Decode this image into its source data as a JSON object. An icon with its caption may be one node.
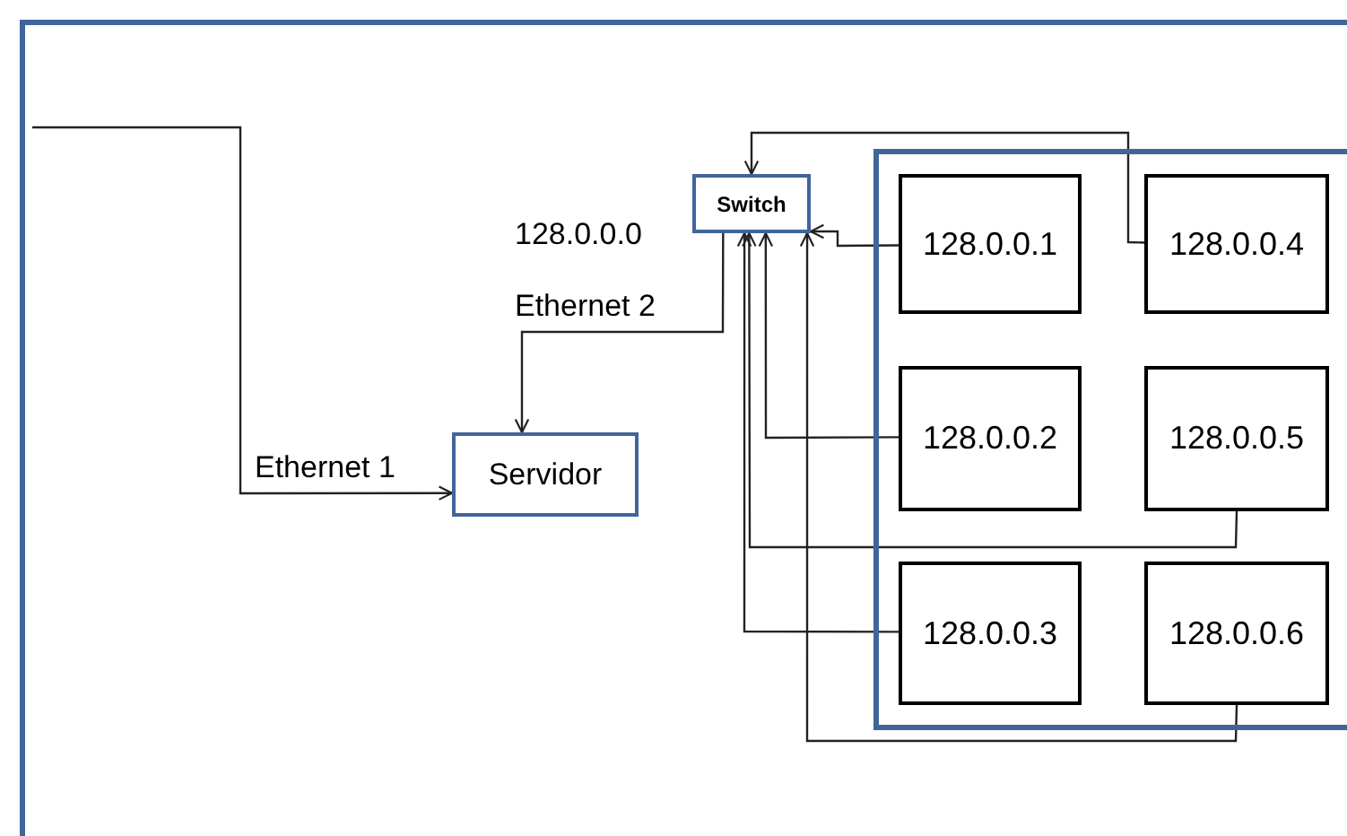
{
  "diagram": {
    "nodes": [
      {
        "text": [
          "Switch"
        ]
      },
      {
        "text": [],
        "shape": "box"
      },
      {
        "text": [
          "128.0.0.1"
        ],
        "in": 1
      },
      {
        "text": [
          "128.0.0.4"
        ],
        "in": 1
      },
      {
        "text": [
          "128.0.0.2"
        ],
        "in": 1
      },
      {
        "text": [
          "128.0.0.5"
        ],
        "in": 1
      },
      {
        "text": [
          "128.0.0.3"
        ],
        "in": 1
      },
      {
        "text": [
          "128.0.0.6"
        ],
        "in": 1
      },
      {
        "text": [
          "Servidor"
        ]
      }
    ],
    "edges": [
      {
        "from": null,
        "to": 8,
        "arrow": "to"
      },
      {
        "from": 0,
        "to": 8,
        "arrow": "to"
      },
      {
        "from": 3,
        "to": 0,
        "arrow": "to"
      },
      {
        "from": 2,
        "to": 0,
        "arrow": "to"
      },
      {
        "from": 4,
        "to": 0,
        "arrow": "to"
      },
      {
        "from": 5,
        "to": 0,
        "arrow": "to"
      },
      {
        "from": 6,
        "to": 0,
        "arrow": "to"
      },
      {
        "from": 7,
        "to": 0,
        "arrow": "to"
      }
    ],
    "labels": [
      "128.0.0.0",
      "Ethernet 2",
      "Ethernet 1"
    ]
  }
}
